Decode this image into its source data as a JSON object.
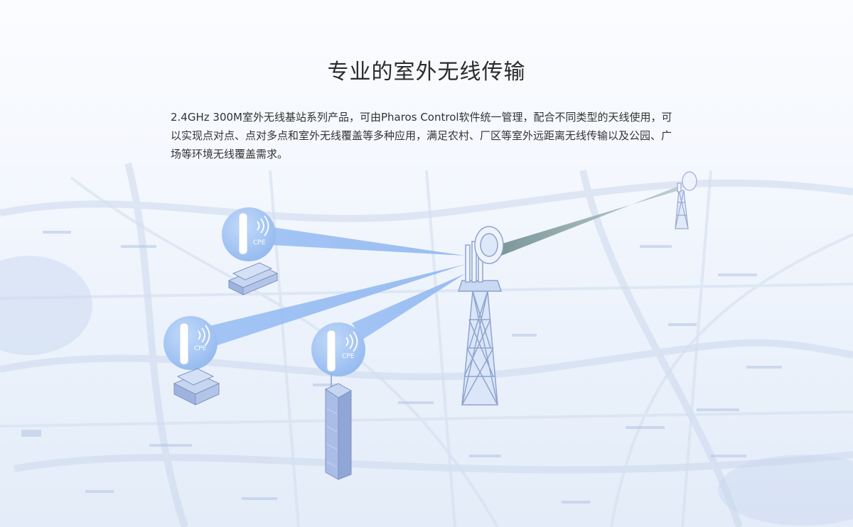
{
  "header": {
    "title": "专业的室外无线传输",
    "description": "2.4GHz 300M室外无线基站系列产品，可由Pharos Control软件统一管理，配合不同类型的天线使用，可以实现点对点、点对多点和室外无线覆盖等多种应用，满足农村、厂区等室外远距离无线传输以及公园、广场等环境无线覆盖需求。"
  },
  "diagram": {
    "cpe_labels": [
      "CPE",
      "CPE",
      "CPE"
    ]
  },
  "colors": {
    "beam": "#8fb8f0",
    "beam_long": "#7f9a9c",
    "cpe_circle": "#a9c9f3",
    "tower": "#cfdcf5"
  }
}
